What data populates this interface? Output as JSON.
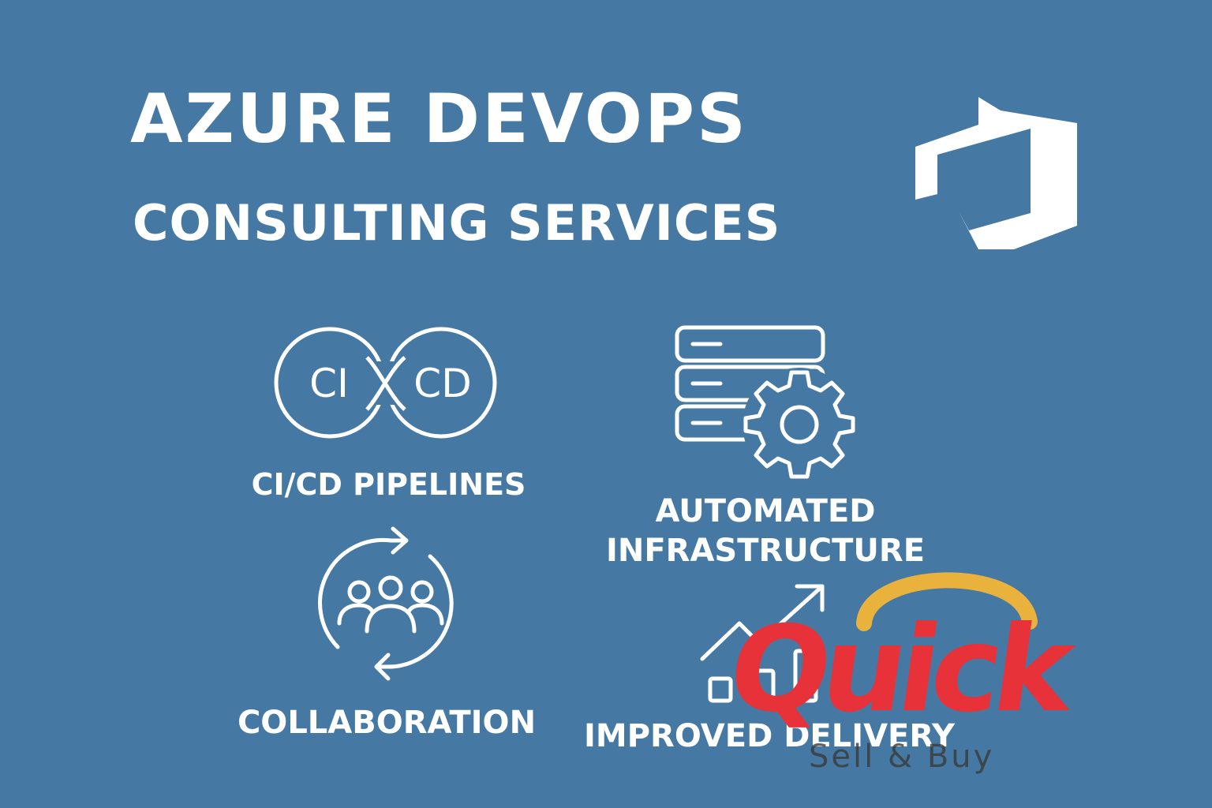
{
  "header": {
    "title": "AZURE DEVOPS",
    "subtitle": "CONSULTING SERVICES",
    "logo_icon": "azure-devops-logo"
  },
  "features": [
    {
      "label": "CI/CD PIPELINES",
      "icon": "ci-cd-infinity-icon",
      "icon_text_left": "CI",
      "icon_text_right": "CD"
    },
    {
      "label_line1": "AUTOMATED",
      "label_line2": "INFRASTRUCTURE",
      "icon": "server-gear-icon"
    },
    {
      "label": "COLLABORATION",
      "icon": "team-cycle-icon"
    },
    {
      "label": "IMPROVED DELIVERY",
      "icon": "growth-chart-icon"
    }
  ],
  "watermark": {
    "brand": "Quick",
    "tagline": "Sell & Buy"
  },
  "colors": {
    "background": "#4579a3",
    "foreground": "#ffffff",
    "watermark_red": "#e8323a",
    "watermark_blue": "#1e6fe0",
    "watermark_gold": "#e8b23c",
    "watermark_tagline": "#3a3a3a"
  }
}
